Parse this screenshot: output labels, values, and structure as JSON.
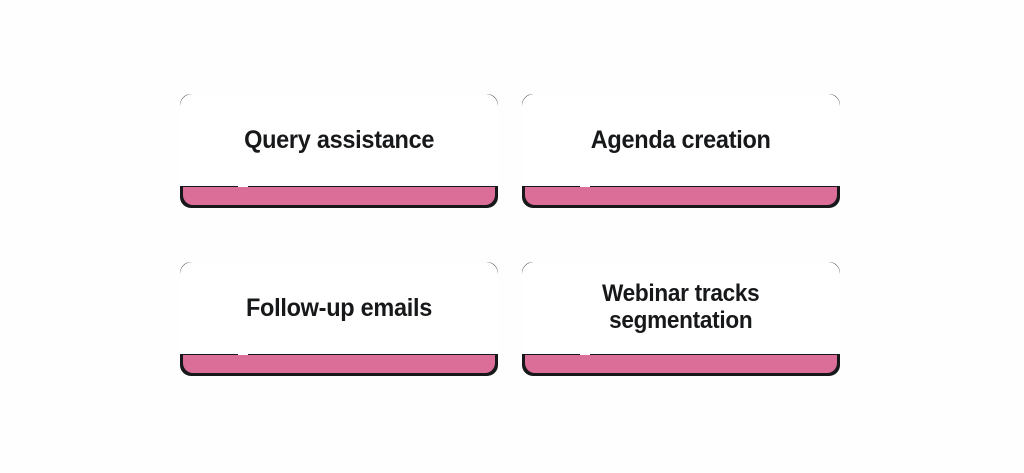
{
  "page": {
    "background_color": "#fefefe",
    "layout": "2x2-card-grid"
  },
  "style": {
    "border_color": "#17181a",
    "accent_color": "#da6e99",
    "card_fill": "#ffffff",
    "text_color": "#17181a"
  },
  "cards": [
    {
      "id": "query-assistance",
      "label": "Query assistance",
      "lines": [
        "Query assistance"
      ],
      "accent_color": "#da6e99",
      "row": 1,
      "column": 1
    },
    {
      "id": "agenda-creation",
      "label": "Agenda creation",
      "lines": [
        "Agenda creation"
      ],
      "accent_color": "#da6e99",
      "row": 1,
      "column": 2
    },
    {
      "id": "follow-up-emails",
      "label": "Follow-up emails",
      "lines": [
        "Follow-up emails"
      ],
      "accent_color": "#da6e99",
      "row": 2,
      "column": 1
    },
    {
      "id": "webinar-tracks-segmentation",
      "label": "Webinar tracks\nsegmentation",
      "lines": [
        "Webinar tracks",
        "segmentation"
      ],
      "accent_color": "#da6e99",
      "row": 2,
      "column": 2
    }
  ]
}
